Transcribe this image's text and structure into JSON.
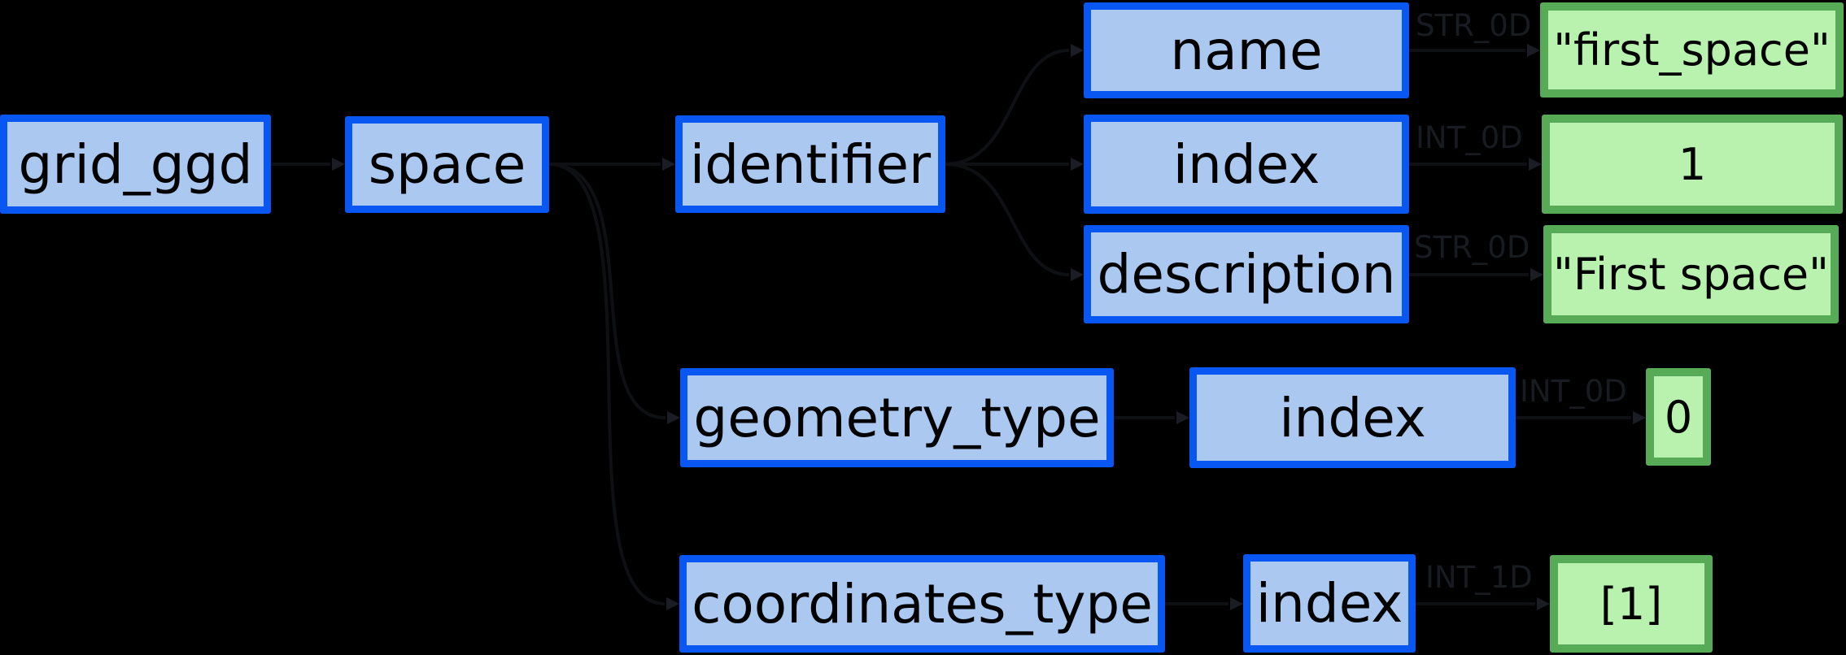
{
  "diagram": {
    "background": "#000000",
    "palette": {
      "struct_node_border": "#0857f2",
      "struct_node_fill": "#abc9f0",
      "value_node_border": "#57ab57",
      "value_node_fill": "#b9f2ae",
      "edge_color": "#0e1013",
      "edge_label_color": "#181b20",
      "text_color": "#000000"
    },
    "nodes": {
      "grid_ggd": "grid_ggd",
      "space": "space",
      "identifier": "identifier",
      "name": "name",
      "identifier_index": "index",
      "description": "description",
      "geometry_type": "geometry_type",
      "geometry_type_index": "index",
      "coordinates_type": "coordinates_type",
      "coordinates_type_index": "index"
    },
    "values": {
      "name_value": "\"first_space\"",
      "index_value": "1",
      "description_value": "\"First space\"",
      "geometry_type_index_value": "0",
      "coordinates_type_index_value": "[1]"
    },
    "edge_labels": {
      "name_type": "STR_0D",
      "index_type": "INT_0D",
      "description_type": "STR_0D",
      "geometry_type_index_type": "INT_0D",
      "coordinates_type_index_type": "INT_1D"
    }
  }
}
